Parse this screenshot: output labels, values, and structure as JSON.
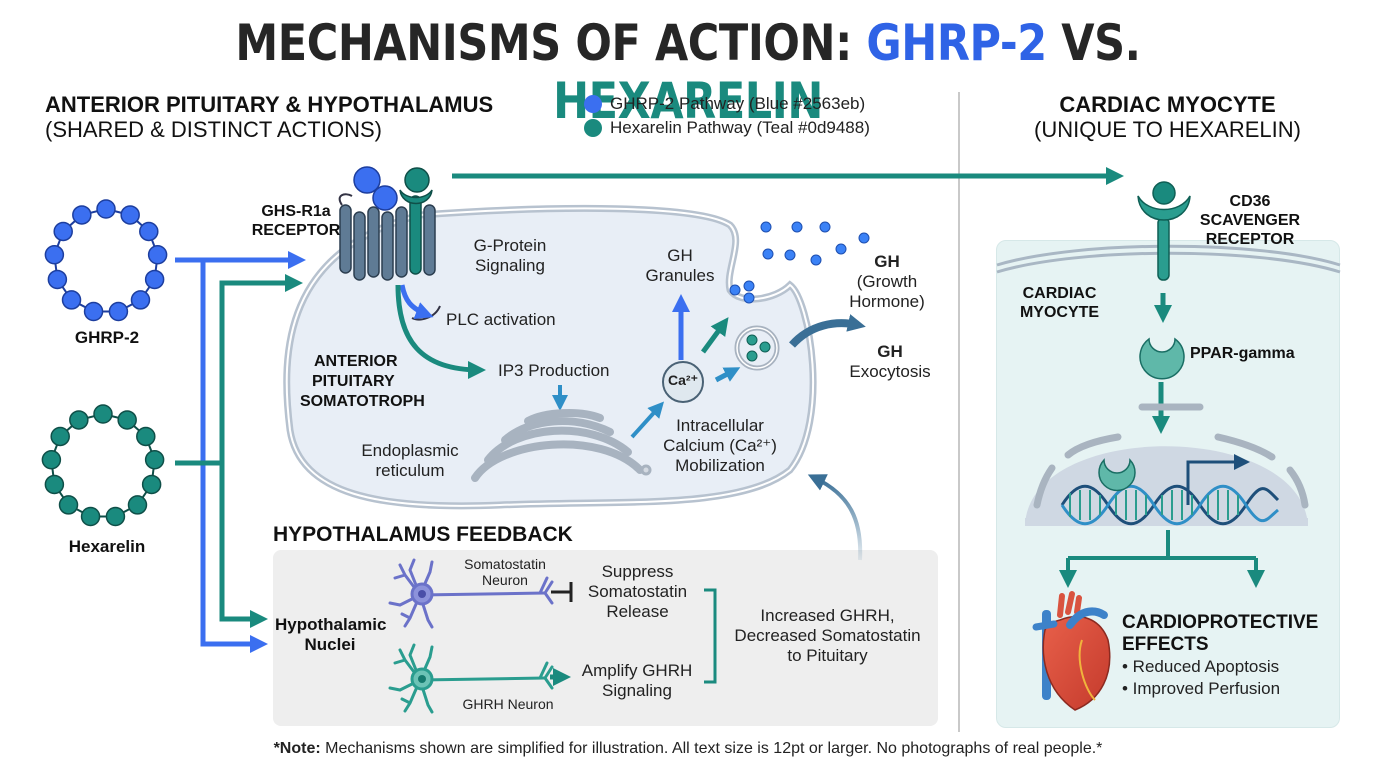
{
  "title": {
    "prefix": "MECHANISMS OF ACTION: ",
    "drug_a": "GHRP-2",
    "middle": " VS. ",
    "drug_b": "HEXARELIN"
  },
  "colors": {
    "ghrp2": "#2563eb",
    "hexarelin": "#0d9488",
    "neutral_arrow": "#3b6e99"
  },
  "left_section": {
    "heading": "ANTERIOR PITUITARY & HYPOTHALAMUS",
    "subheading": "(SHARED & DISTINCT ACTIONS)"
  },
  "legend": [
    {
      "label": "GHRP-2 Pathway (Blue #2563eb)",
      "color": "#2563eb"
    },
    {
      "label": "Hexarelin Pathway (Teal #0d9488)",
      "color": "#0d9488"
    }
  ],
  "right_section": {
    "heading": "CARDIAC MYOCYTE",
    "subheading": "(UNIQUE TO HEXARELIN)"
  },
  "peptides": {
    "ghrp2": "GHRP-2",
    "hexarelin": "Hexarelin"
  },
  "somatotroph": {
    "receptor_line1": "GHS-R1a",
    "receptor_line2": "RECEPTOR",
    "cell_line1": "ANTERIOR",
    "cell_line2": "PITUITARY",
    "cell_line3": "SOMATOTROPH",
    "gprotein_line1": "G-Protein",
    "gprotein_line2": "Signaling",
    "plc": "PLC activation",
    "ip3": "IP3 Production",
    "er_line1": "Endoplasmic",
    "er_line2": "reticulum",
    "calcium_badge": "Ca²⁺",
    "calcium_line1": "Intracellular",
    "calcium_line2": "Calcium (Ca²⁺)",
    "calcium_line3": "Mobilization",
    "granules_line1": "GH",
    "granules_line2": "Granules",
    "gh_title": "GH",
    "gh_line2": "(Growth",
    "gh_line3": "Hormone)",
    "exo_title": "GH",
    "exo_line2": "Exocytosis"
  },
  "feedback": {
    "heading": "HYPOTHALAMUS FEEDBACK",
    "nuclei_line1": "Hypothalamic",
    "nuclei_line2": "Nuclei",
    "somato_neuron_line1": "Somatostatin",
    "somato_neuron_line2": "Neuron",
    "ghrh_neuron": "GHRH Neuron",
    "suppress_line1": "Suppress",
    "suppress_line2": "Somatostatin",
    "suppress_line3": "Release",
    "amplify_line1": "Amplify GHRH",
    "amplify_line2": "Signaling",
    "result_line1": "Increased GHRH,",
    "result_line2": "Decreased Somatostatin",
    "result_line3": "to Pituitary"
  },
  "cardiac": {
    "cd36_line1": "CD36",
    "cd36_line2": "SCAVENGER",
    "cd36_line3": "RECEPTOR",
    "cell_line1": "CARDIAC",
    "cell_line2": "MYOCYTE",
    "ppar": "PPAR-gamma",
    "effects_line1": "CARDIOPROTECTIVE",
    "effects_line2": "EFFECTS",
    "effects": [
      "• Reduced Apoptosis",
      "• Improved Perfusion"
    ]
  },
  "note": {
    "bold": "*Note:",
    "text": " Mechanisms shown are simplified for illustration. All text size is 12pt or larger. No photographs of real people.*"
  }
}
